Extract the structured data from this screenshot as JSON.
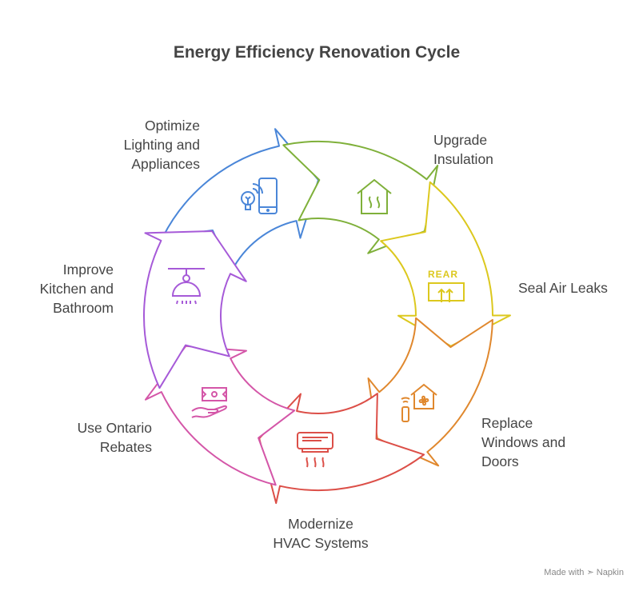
{
  "title": "Energy Efficiency Renovation Cycle",
  "steps": [
    {
      "label": [
        "Optimize",
        "Lighting and",
        "Appliances"
      ],
      "color": "#4a86d8",
      "icon": "smart-bulb-phone-icon"
    },
    {
      "label": [
        "Upgrade",
        "Insulation"
      ],
      "color": "#7fb03a",
      "icon": "heated-house-icon"
    },
    {
      "label": [
        "Seal Air Leaks"
      ],
      "color": "#dcc81e",
      "icon": "rear-vent-icon",
      "icon_text": "REAR"
    },
    {
      "label": [
        "Replace",
        "Windows and",
        "Doors"
      ],
      "color": "#e0882e",
      "icon": "smart-home-fan-icon"
    },
    {
      "label": [
        "Modernize",
        "HVAC Systems"
      ],
      "color": "#dc4f48",
      "icon": "air-conditioner-icon"
    },
    {
      "label": [
        "Use Ontario",
        "Rebates"
      ],
      "color": "#d456a8",
      "icon": "money-hand-icon"
    },
    {
      "label": [
        "Improve",
        "Kitchen and",
        "Bathroom"
      ],
      "color": "#a65ad8",
      "icon": "ceiling-lamp-icon"
    }
  ],
  "watermark": "Made with ➣ Napkin"
}
